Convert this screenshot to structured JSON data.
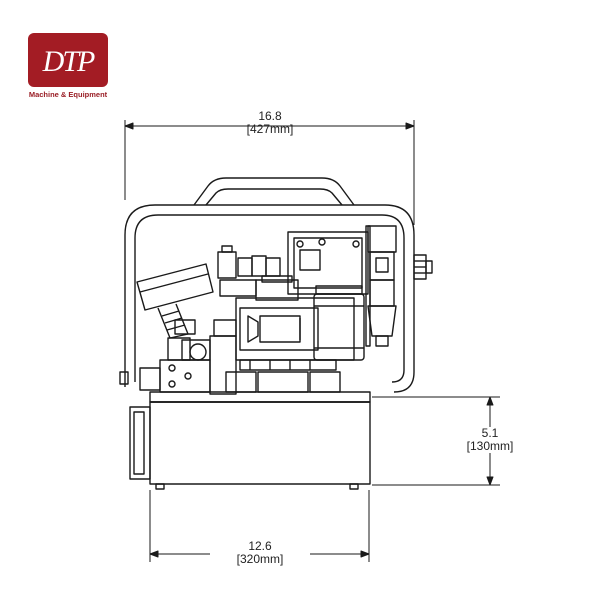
{
  "logo": {
    "letters": "DTP",
    "subtitle": "Machine & Equipment",
    "color": "#a31c24"
  },
  "dimensions": {
    "width_top": {
      "value": "16.8",
      "metric": "[427mm]"
    },
    "height_right": {
      "value": "5.1",
      "metric": "[130mm]"
    },
    "width_bottom": {
      "value": "12.6",
      "metric": "[320mm]"
    }
  }
}
